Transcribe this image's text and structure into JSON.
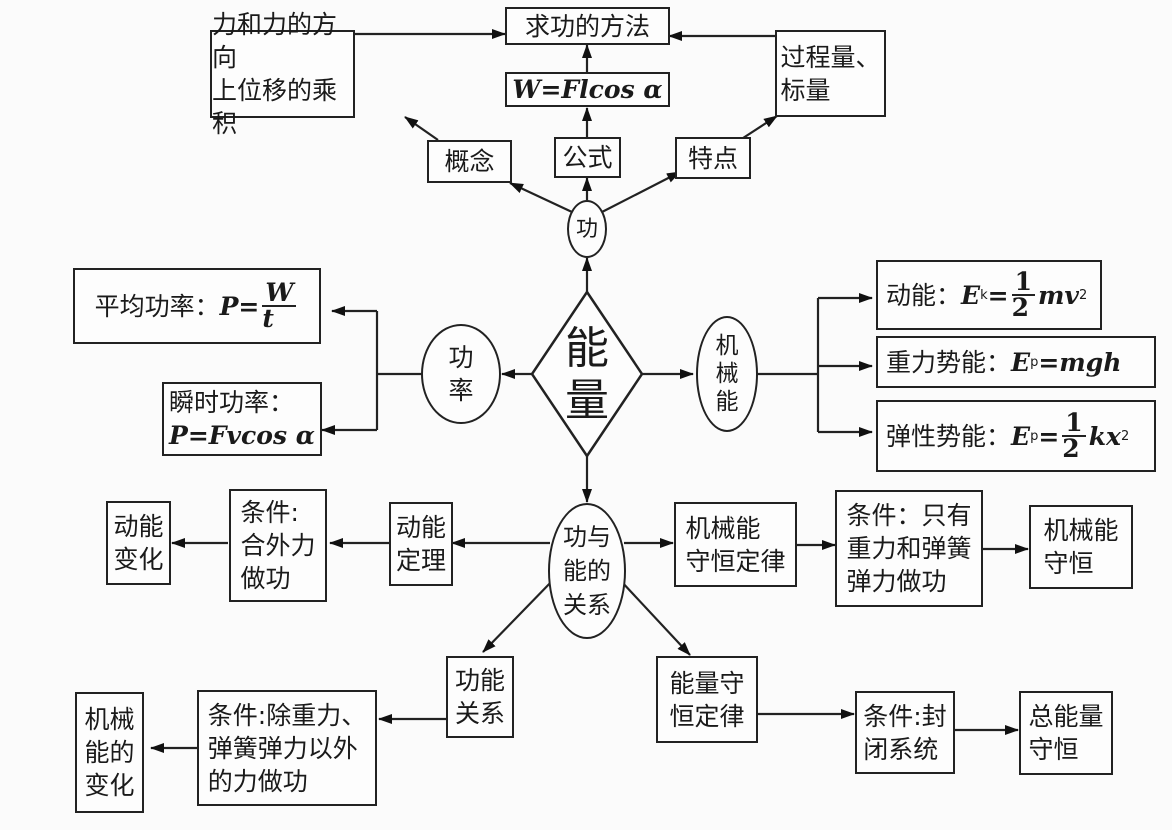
{
  "diagram": {
    "center": {
      "l1": "能",
      "l2": "量"
    },
    "work": {
      "label": "功",
      "concept": "概念",
      "formula_label": "公式",
      "feature": "特点",
      "concept_def": {
        "l1": "力和力的方向",
        "l2": "上位移的乘积"
      },
      "formula": "W=Flcos α",
      "feature_def": {
        "l1": "过程量、",
        "l2": "标量"
      },
      "method": "求功的方法"
    },
    "power": {
      "label": {
        "l1": "功",
        "l2": "率"
      },
      "average": {
        "prefix": "平均功率：",
        "lhs": "P=",
        "num": "W",
        "den": "t"
      },
      "instant": {
        "l1": "瞬时功率：",
        "l2": "P=Fvcos α"
      }
    },
    "mech": {
      "label": {
        "l1": "机",
        "l2": "械",
        "l3": "能"
      },
      "kinetic": {
        "prefix": "动能：",
        "lhs": "E",
        "sub": "k",
        "eq": "=",
        "num": "1",
        "den": "2",
        "rhs": "mv",
        "sup": "2"
      },
      "gravity": {
        "prefix": "重力势能：",
        "lhs": "E",
        "sub": "p",
        "rhs": "=mgh"
      },
      "elastic": {
        "prefix": "弹性势能：",
        "lhs": "E",
        "sub": "p",
        "eq": "=",
        "num": "1",
        "den": "2",
        "rhs": "kx",
        "sup": "2"
      }
    },
    "relation": {
      "label": {
        "l1": "功与",
        "l2": "能的",
        "l3": "关系"
      },
      "ke_theorem": {
        "l1": "动能",
        "l2": "定理"
      },
      "ke_cond": {
        "l1": "条件:",
        "l2": "合外力",
        "l3": "做功"
      },
      "ke_change": {
        "l1": "动能",
        "l2": "变化"
      },
      "me_law": {
        "l1": "机械能",
        "l2": "守恒定律"
      },
      "me_cond": {
        "l1": "条件：只有",
        "l2": "重力和弹簧",
        "l3": "弹力做功"
      },
      "me_cons": {
        "l1": "机械能",
        "l2": "守恒"
      },
      "work_energy": {
        "l1": "功能",
        "l2": "关系"
      },
      "we_cond": {
        "l1": "条件:除重力、",
        "l2": "弹簧弹力以外",
        "l3": "的力做功"
      },
      "we_change": {
        "l1": "机械",
        "l2": "能的",
        "l3": "变化"
      },
      "e_law": {
        "l1": "能量守",
        "l2": "恒定律"
      },
      "e_cond": {
        "l1": "条件:封",
        "l2": "闭系统"
      },
      "e_cons": {
        "l1": "总能量",
        "l2": "守恒"
      }
    }
  }
}
